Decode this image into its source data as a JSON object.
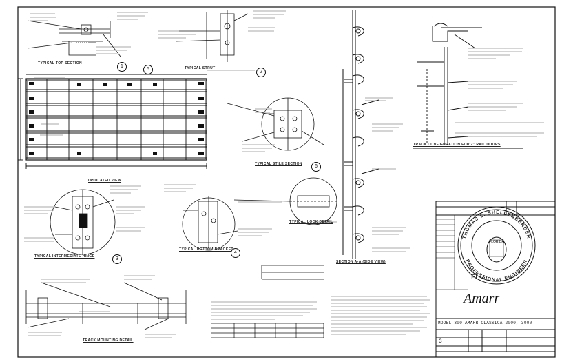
{
  "drawing": {
    "details": {
      "top_section": "TYPICAL TOP SECTION",
      "exterior_elevation": "INSULATED VIEW",
      "typical_stile": "TYPICAL STILE SECTION",
      "typical_bottom": "TYPICAL BOTTOM BRACKET",
      "typical_hinge": "TYPICAL INTERMEDIATE HINGE",
      "track_mounting": "TRACK MOUNTING DETAIL",
      "section_a": "SECTION A-A (SIDE VIEW)",
      "lock_detail": "TYPICAL LOCK DETAIL",
      "track_configuration": "TRACK CONFIGURATION FOR 2\" RAIL DOORS",
      "typical_strut": "TYPICAL STRUT"
    },
    "callout_numbers": [
      "1",
      "2",
      "3",
      "4",
      "5",
      "6"
    ],
    "marks": {
      "fl_mark": "FL"
    },
    "seal": {
      "top_text": "THOMAS L. SHELLENBERGER",
      "bottom_text": "PROFESSIONAL ENGINEER",
      "state": "FLORIDA"
    },
    "title_block": {
      "company": "Amarr",
      "model_line": "MODEL 300 AMARR CLASSICA 2000, 3000",
      "sheet": "3"
    }
  }
}
